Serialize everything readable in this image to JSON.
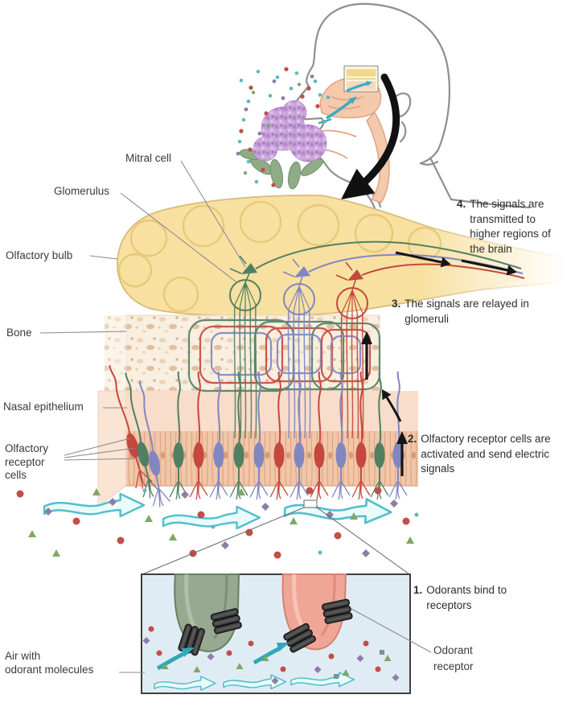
{
  "labels": {
    "mitral_cell": "Mitral cell",
    "glomerulus": "Glomerulus",
    "olfactory_bulb": "Olfactory bulb",
    "bone": "Bone",
    "nasal_epithelium": "Nasal epithelium",
    "olfactory_receptor_cells": {
      "line1": "Olfactory",
      "line2": "receptor",
      "line3": "cells"
    },
    "air_with_odorant_molecules": {
      "line1": "Air with",
      "line2": "odorant molecules"
    },
    "odorant_receptor": {
      "line1": "Odorant",
      "line2": "receptor"
    }
  },
  "steps": {
    "s1": {
      "num": "1.",
      "text": "Odorants bind to receptors"
    },
    "s2": {
      "num": "2.",
      "text": "Olfactory receptor cells are activated and send electric signals"
    },
    "s3": {
      "num": "3.",
      "text": "The signals are relayed in glomeruli"
    },
    "s4": {
      "num": "4.",
      "text": "The signals are transmitted to higher regions of the brain"
    }
  },
  "colors": {
    "olfactory_bulb_fill": "#F8E0A1",
    "bulb_edge": "#D8BB78",
    "bone_fill": "#F8EFE0",
    "epithelium_fill": "#F0C5A8",
    "neuron_green": "#517F63",
    "neuron_blue": "#8186C1",
    "neuron_red": "#C4483D",
    "airflow_teal": "#54BECB",
    "solid_teal_arrow": "#2FA8B8",
    "inset_background": "#DFECF4",
    "dendrite_green": "#97A991",
    "dendrite_salmon": "#F0A697",
    "odorant_red": "#C14F46",
    "odorant_green": "#7EA865",
    "odorant_purple": "#8D7EA6",
    "flower_lilac": "#C9A4DA",
    "leaf_green": "#8FAC85",
    "head_outline": "#8F8F8F",
    "nasal_cavity_salmon": "#F5C9AC",
    "text_color": "#3a3a3a"
  }
}
